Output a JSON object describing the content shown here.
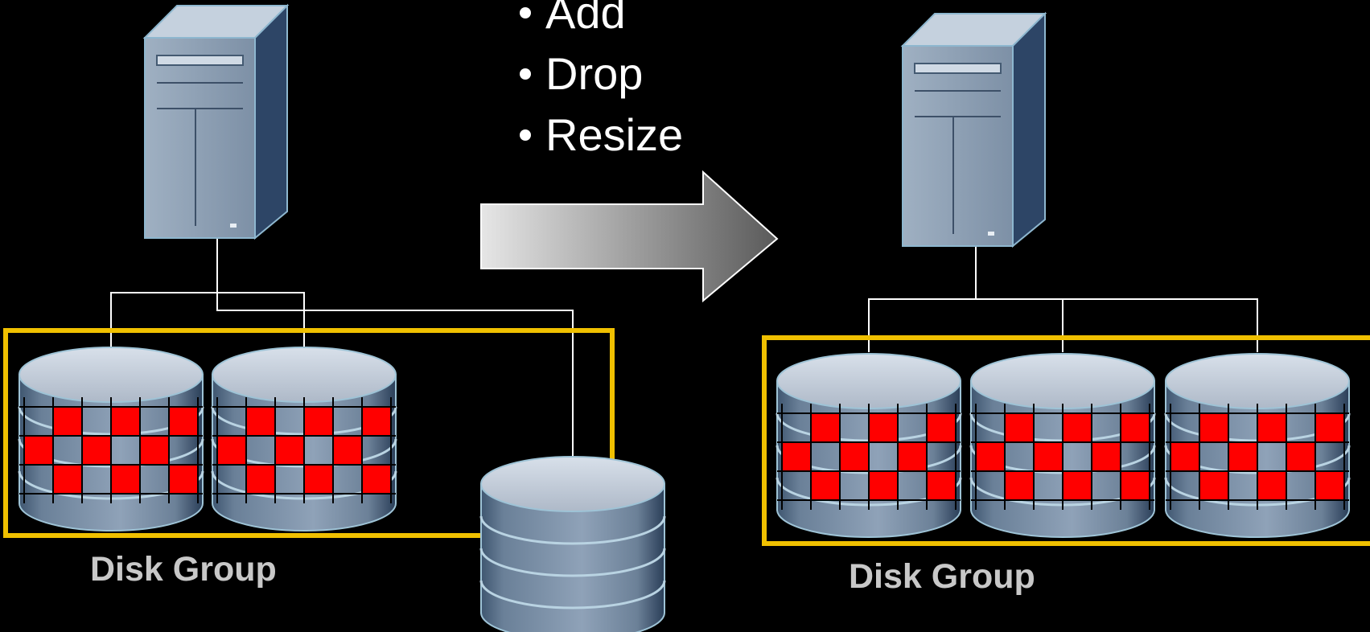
{
  "operations": [
    "Add",
    "Drop",
    "Resize"
  ],
  "before": {
    "caption": "Disk Group"
  },
  "after": {
    "caption": "Disk Group"
  },
  "colors": {
    "background": "#000000",
    "disk_group_border": "#f0c000",
    "stripe": "#ff0000",
    "connector": "#ffffff",
    "caption": "#c8c8c8"
  },
  "icons": [
    "server-icon",
    "disk-icon",
    "arrow-icon"
  ],
  "striping": {
    "before_disks_striped": 2,
    "before_disk_outside_group": 1,
    "after_disks_striped": 3
  }
}
